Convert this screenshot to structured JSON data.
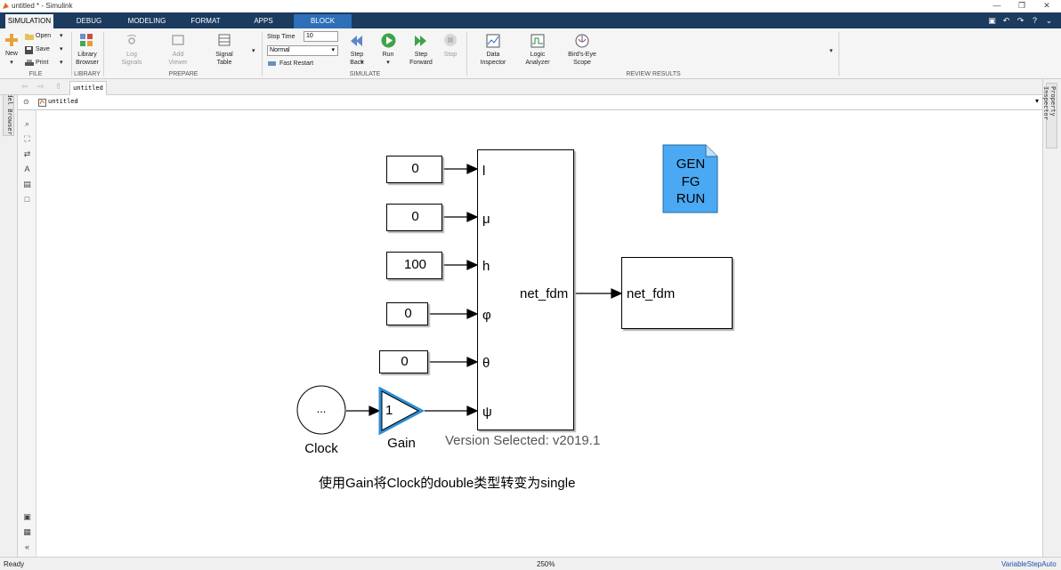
{
  "window": {
    "title": "untitled * - Simulink"
  },
  "tabs": [
    {
      "label": "SIMULATION",
      "active": true
    },
    {
      "label": "DEBUG",
      "active": false
    },
    {
      "label": "MODELING",
      "active": false
    },
    {
      "label": "FORMAT",
      "active": false
    },
    {
      "label": "APPS",
      "active": false
    },
    {
      "label": "BLOCK",
      "active": false
    }
  ],
  "ribbon": {
    "file": {
      "new": "New",
      "open": "Open",
      "save": "Save",
      "print": "Print",
      "group": "FILE"
    },
    "library": {
      "browser_line1": "Library",
      "browser_line2": "Browser",
      "group": "LIBRARY"
    },
    "prepare": {
      "log_line1": "Log",
      "log_line2": "Signals",
      "add_line1": "Add",
      "add_line2": "Viewer",
      "signal_line1": "Signal",
      "signal_line2": "Table",
      "group": "PREPARE"
    },
    "simulate": {
      "stop_time_label": "Stop Time",
      "stop_time_value": "10",
      "mode_value": "Normal",
      "fast_restart": "Fast Restart",
      "step_back_line1": "Step",
      "step_back_line2": "Back",
      "run": "Run",
      "step_fwd_line1": "Step",
      "step_fwd_line2": "Forward",
      "stop": "Stop",
      "group": "SIMULATE"
    },
    "review": {
      "data_line1": "Data",
      "data_line2": "Inspector",
      "logic_line1": "Logic",
      "logic_line2": "Analyzer",
      "birds_line1": "Bird's-Eye",
      "birds_line2": "Scope",
      "group": "REVIEW RESULTS"
    }
  },
  "explorer": {
    "tab_label": "untitled",
    "path": "untitled"
  },
  "side_tabs": {
    "left": "Model Browser",
    "right": "Property Inspector"
  },
  "diagram": {
    "constants": [
      {
        "value": "0"
      },
      {
        "value": "0"
      },
      {
        "value": "100"
      },
      {
        "value": "0"
      },
      {
        "value": "0"
      }
    ],
    "ports": [
      {
        "label": "l"
      },
      {
        "label": "μ"
      },
      {
        "label": "h"
      },
      {
        "label": "φ"
      },
      {
        "label": "θ"
      },
      {
        "label": "ψ"
      }
    ],
    "clock": {
      "symbol": "...",
      "name": "Clock"
    },
    "gain": {
      "value": "1",
      "name": "Gain"
    },
    "subsystem": {
      "output_port": "net_fdm"
    },
    "output_block": {
      "input_port": "net_fdm"
    },
    "gen_block": {
      "line1": "GEN",
      "line2": "FG",
      "line3": "RUN"
    },
    "version_text": "Version Selected: v2019.1",
    "annotation": "使用Gain将Clock的double类型转变为single"
  },
  "status": {
    "left": "Ready",
    "zoom": "250%",
    "solver": "VariableStepAuto"
  },
  "colors": {
    "tabbar": "#1b3b5f",
    "block_tab": "#2e6fb7",
    "gen_block": "#4aa9f2",
    "gain_highlight": "#2e8fd6"
  }
}
